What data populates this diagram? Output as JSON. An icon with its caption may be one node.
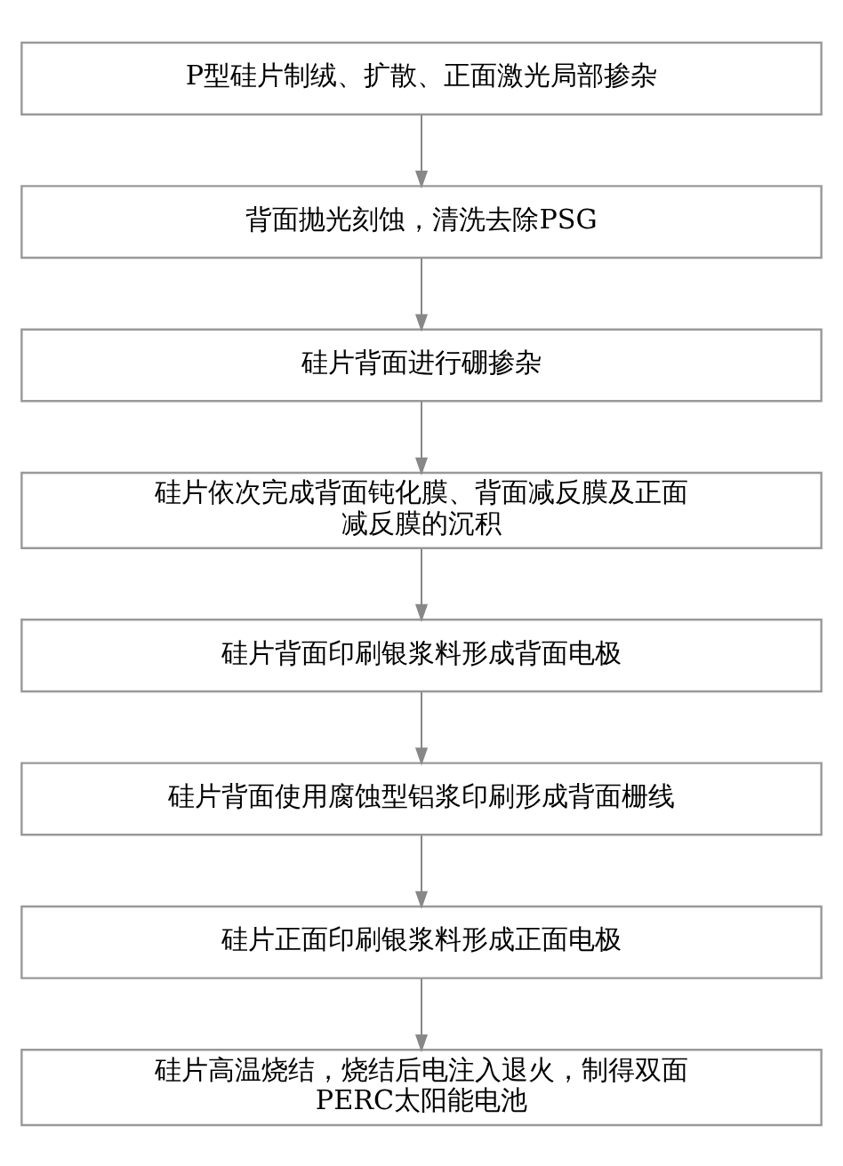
{
  "diagram": {
    "nodes": [
      {
        "text": [
          "P型硅片制绒、扩散、正面激光局部掺杂"
        ]
      },
      {
        "text": [
          "背面抛光刻蚀，清洗去除PSG"
        ]
      },
      {
        "text": [
          "硅片背面进行硼掺杂"
        ]
      },
      {
        "text": [
          "硅片依次完成背面钝化膜、背面减反膜及正面减反膜的沉积"
        ]
      },
      {
        "text": [
          "硅片背面印刷银浆料形成背面电极"
        ]
      },
      {
        "text": [
          "硅片背面使用腐蚀型铝浆印刷形成背面栅线"
        ]
      },
      {
        "text": [
          "硅片正面印刷银浆料形成正面电极"
        ]
      },
      {
        "text": [
          "硅片高温烧结，烧结后电注入退火，制得双面PERC太阳能电池"
        ]
      }
    ],
    "edges": [
      {
        "from": 0,
        "to": 1,
        "arrow": "to"
      },
      {
        "from": 1,
        "to": 2,
        "arrow": "to"
      },
      {
        "from": 2,
        "to": 3,
        "arrow": "to"
      },
      {
        "from": 3,
        "to": 4,
        "arrow": "to"
      },
      {
        "from": 4,
        "to": 5,
        "arrow": "to"
      },
      {
        "from": 5,
        "to": 6,
        "arrow": "to"
      },
      {
        "from": 6,
        "to": 7,
        "arrow": "to"
      }
    ]
  }
}
